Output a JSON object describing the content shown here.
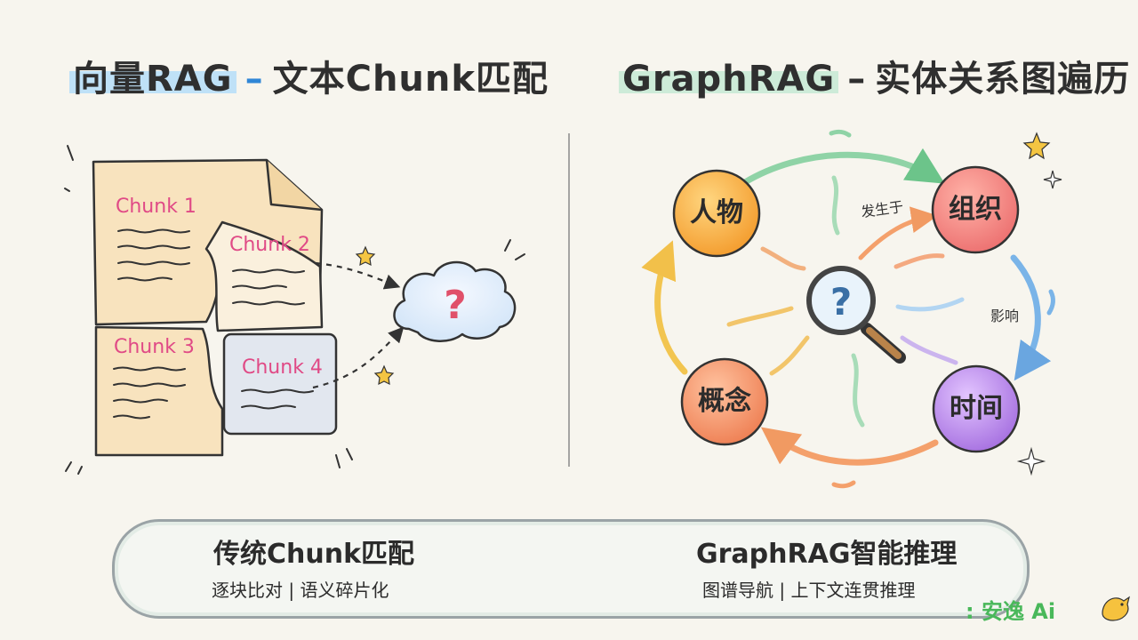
{
  "left_panel": {
    "title_highlight": "向量RAG",
    "title_dash": "–",
    "title_rest": "文本Chunk匹配",
    "chunks": [
      "Chunk 1",
      "Chunk 2",
      "Chunk 3",
      "Chunk 4"
    ],
    "cloud_symbol": "?"
  },
  "right_panel": {
    "title_highlight": "GraphRAG",
    "title_dash": "–",
    "title_rest": "实体关系图遍历",
    "nodes": {
      "person": "人物",
      "org": "组织",
      "time": "时间",
      "concept": "概念"
    },
    "edges": {
      "occurs_in": "发生于",
      "influence": "影响"
    },
    "center_symbol": "?"
  },
  "summary": {
    "left_title": "传统Chunk匹配",
    "left_sub": "逐块比对 | 语义碎片化",
    "right_title": "GraphRAG智能推理",
    "right_sub": "图谱导航 | 上下文连贯推理"
  },
  "brand": {
    "text": ": 安逸 Ai"
  },
  "colors": {
    "chunk_text": "#e04a86",
    "accent_blue": "#2f86d6",
    "node_person": "#f7b14a",
    "node_org": "#f28a8a",
    "node_time": "#b98be8",
    "node_concept": "#f39a6a"
  }
}
